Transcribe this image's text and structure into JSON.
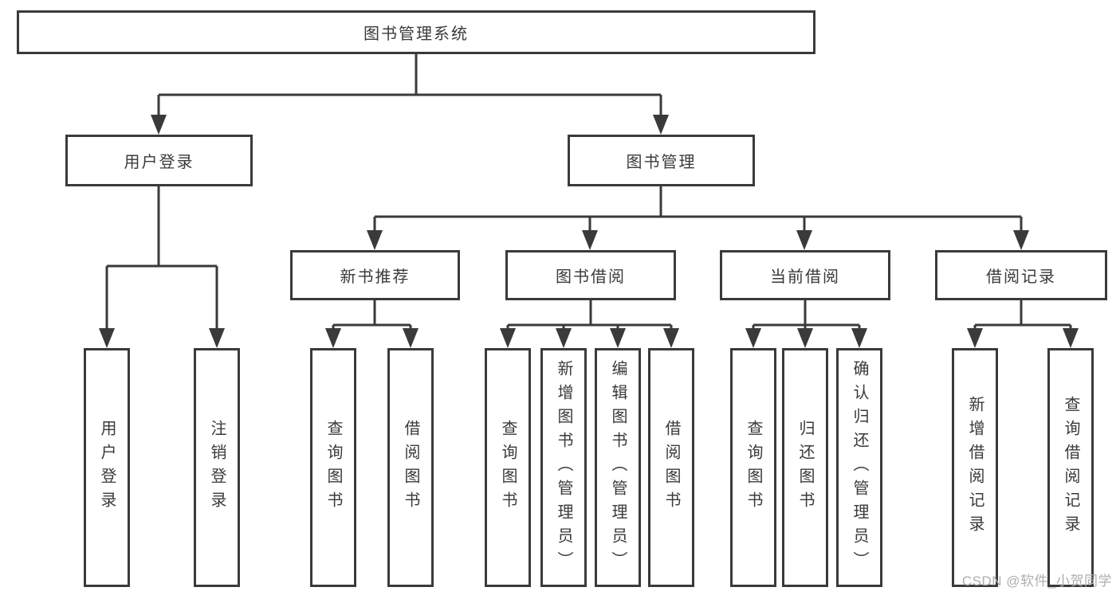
{
  "diagram": {
    "title": "图书管理系统",
    "type": "hierarchy-tree",
    "colors": {
      "line": "#3a3a3a",
      "text": "#3a3a3a",
      "box_background": "#ffffff",
      "watermark": "#aeaeae"
    }
  },
  "nodes": {
    "root": {
      "label": "图书管理系统",
      "level": 0
    },
    "user_login": {
      "label": "用户登录",
      "level": 1
    },
    "book_mgmt": {
      "label": "图书管理",
      "level": 1
    },
    "new_book": {
      "label": "新书推荐",
      "level": 2
    },
    "book_borrow": {
      "label": "图书借阅",
      "level": 2
    },
    "current_borrow": {
      "label": "当前借阅",
      "level": 2
    },
    "borrow_record": {
      "label": "借阅记录",
      "level": 2
    },
    "leaf_user_login": {
      "label": "用户登录",
      "level": 3
    },
    "leaf_logout": {
      "label": "注销登录",
      "level": 3
    },
    "leaf_query_book_a": {
      "label": "查询图书",
      "level": 3
    },
    "leaf_borrow_book_a": {
      "label": "借阅图书",
      "level": 3
    },
    "leaf_query_book_b": {
      "label": "查询图书",
      "level": 3
    },
    "leaf_add_book": {
      "label": "新增图书（管理员）",
      "level": 3
    },
    "leaf_edit_book": {
      "label": "编辑图书（管理员）",
      "level": 3
    },
    "leaf_borrow_book_b": {
      "label": "借阅图书",
      "level": 3
    },
    "leaf_query_book_c": {
      "label": "查询图书",
      "level": 3
    },
    "leaf_return_book": {
      "label": "归还图书",
      "level": 3
    },
    "leaf_confirm_return": {
      "label": "确认归还（管理员）",
      "level": 3
    },
    "leaf_add_record": {
      "label": "新增借阅记录",
      "level": 3
    },
    "leaf_query_record": {
      "label": "查询借阅记录",
      "level": 3
    }
  },
  "tree": {
    "root": [
      "user_login",
      "book_mgmt"
    ],
    "user_login": [
      "leaf_user_login",
      "leaf_logout"
    ],
    "book_mgmt": [
      "new_book",
      "book_borrow",
      "current_borrow",
      "borrow_record"
    ],
    "new_book": [
      "leaf_query_book_a",
      "leaf_borrow_book_a"
    ],
    "book_borrow": [
      "leaf_query_book_b",
      "leaf_add_book",
      "leaf_edit_book",
      "leaf_borrow_book_b"
    ],
    "current_borrow": [
      "leaf_query_book_c",
      "leaf_return_book",
      "leaf_confirm_return"
    ],
    "borrow_record": [
      "leaf_add_record",
      "leaf_query_record"
    ]
  },
  "watermark": {
    "text": "CSDN @软件_小贺同学"
  }
}
